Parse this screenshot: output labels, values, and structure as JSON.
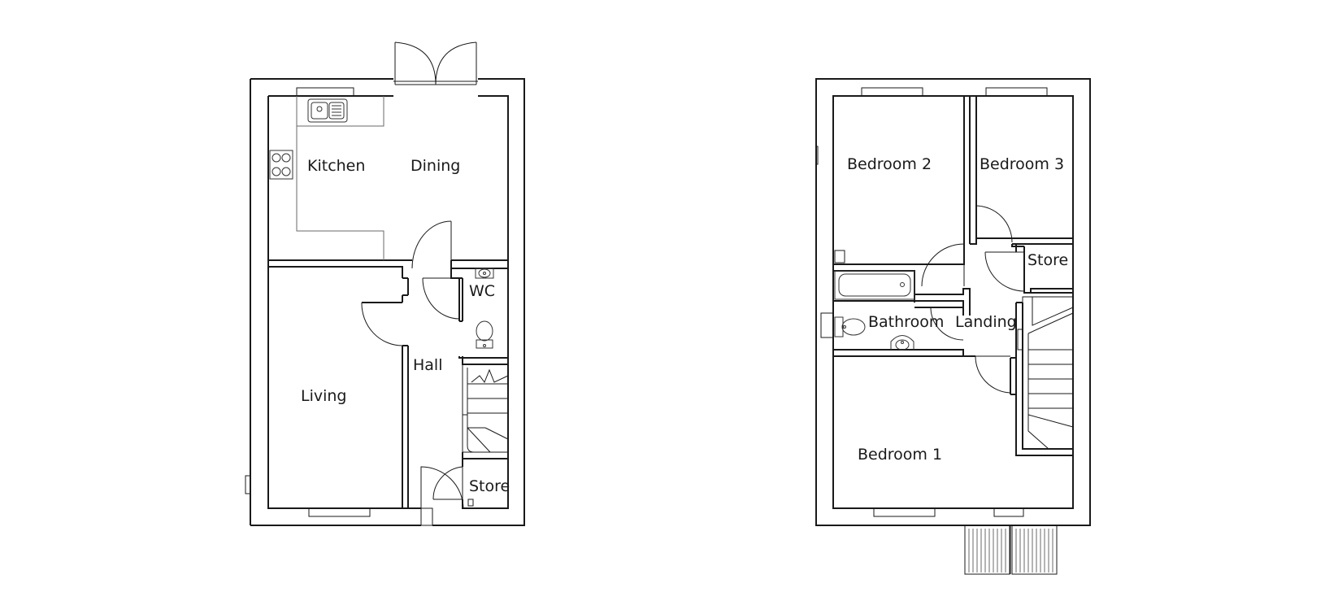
{
  "ground_floor": {
    "labels": {
      "kitchen": "Kitchen",
      "dining": "Dining",
      "wc": "WC",
      "hall": "Hall",
      "living": "Living",
      "store": "Store"
    }
  },
  "first_floor": {
    "labels": {
      "bedroom2": "Bedroom 2",
      "bedroom3": "Bedroom 3",
      "store": "Store",
      "bathroom": "Bathroom",
      "landing": "Landing",
      "bedroom1": "Bedroom 1"
    }
  },
  "colors": {
    "line": "#1a1a1a",
    "background": "#ffffff"
  }
}
